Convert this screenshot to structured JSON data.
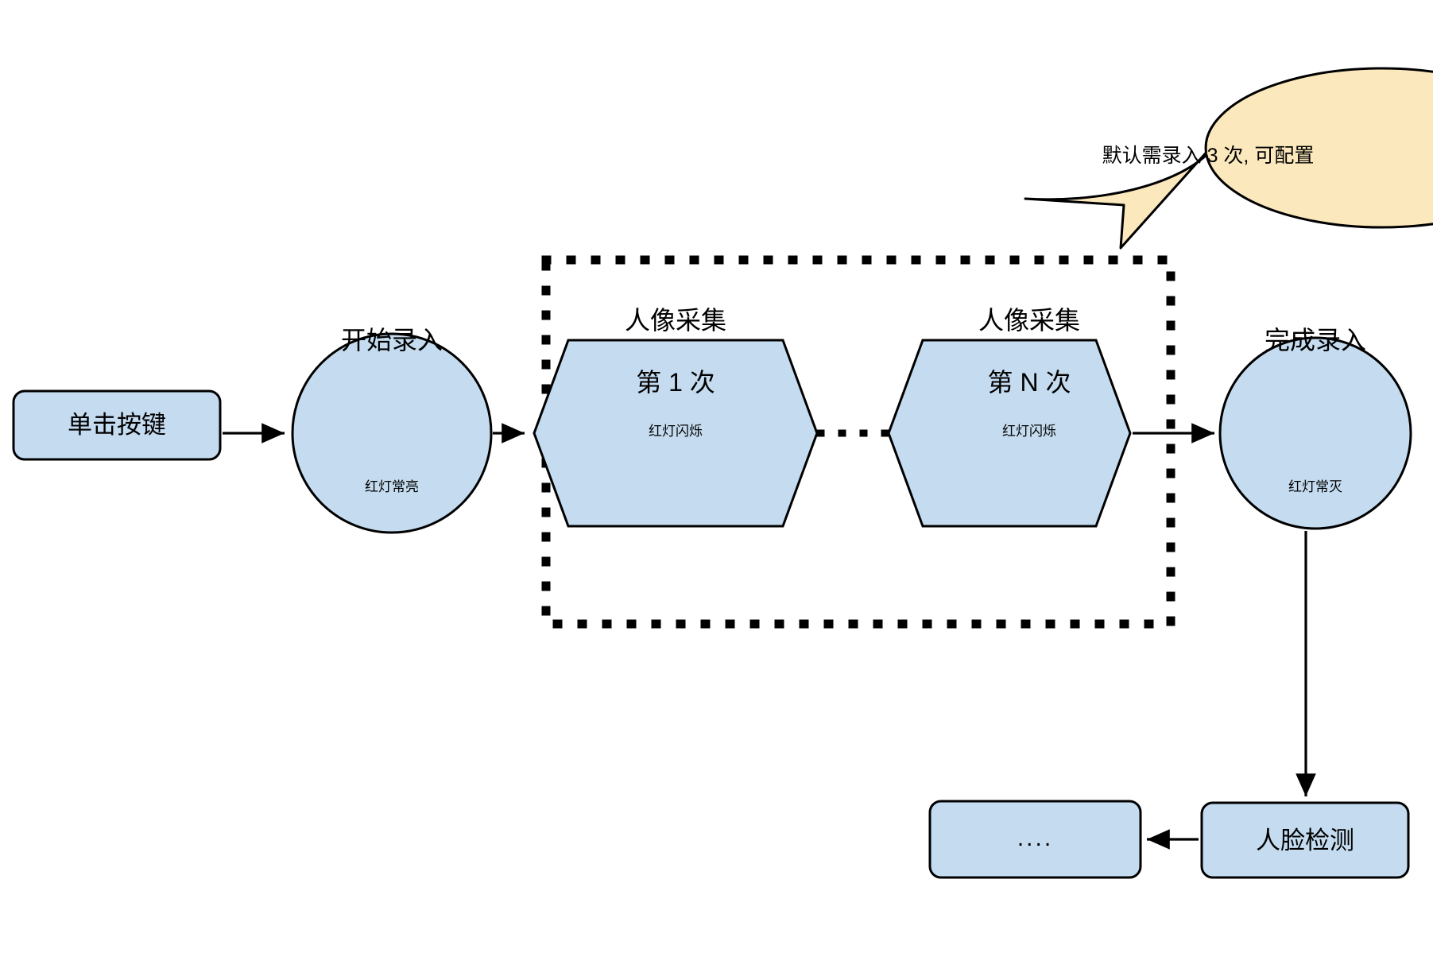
{
  "diagram": {
    "title_text": "",
    "colors": {
      "node_fill": "#c5dcf0",
      "node_stroke": "#000000",
      "callout_fill": "#fbe8bd",
      "background": "#ffffff",
      "edge": "#000000"
    },
    "nodes": {
      "click_button": {
        "label": "单击按键",
        "shape": "rounded-rect"
      },
      "start_enroll": {
        "label": "开始录入",
        "sublabel": "红灯常亮",
        "shape": "circle"
      },
      "capture_first": {
        "label_line1": "人像采集",
        "label_line2": "第 1 次",
        "sublabel": "红灯闪烁",
        "shape": "hexagon"
      },
      "capture_nth": {
        "label_line1": "人像采集",
        "label_line2": "第 N 次",
        "sublabel": "红灯闪烁",
        "shape": "hexagon"
      },
      "finish_enroll": {
        "label": "完成录入",
        "sublabel": "红灯常灭",
        "shape": "circle"
      },
      "face_detect": {
        "label": "人脸检测",
        "shape": "rounded-rect"
      },
      "more_steps": {
        "label": "....",
        "shape": "rounded-rect"
      }
    },
    "callout": {
      "text": "默认需录入 3 次, 可配置",
      "shape": "speech-bubble-ellipse"
    },
    "group_box": {
      "style": "dotted-rectangle",
      "label": ""
    },
    "ellipsis_connector": {
      "style": "dotted",
      "between": [
        "capture_first",
        "capture_nth"
      ]
    }
  }
}
